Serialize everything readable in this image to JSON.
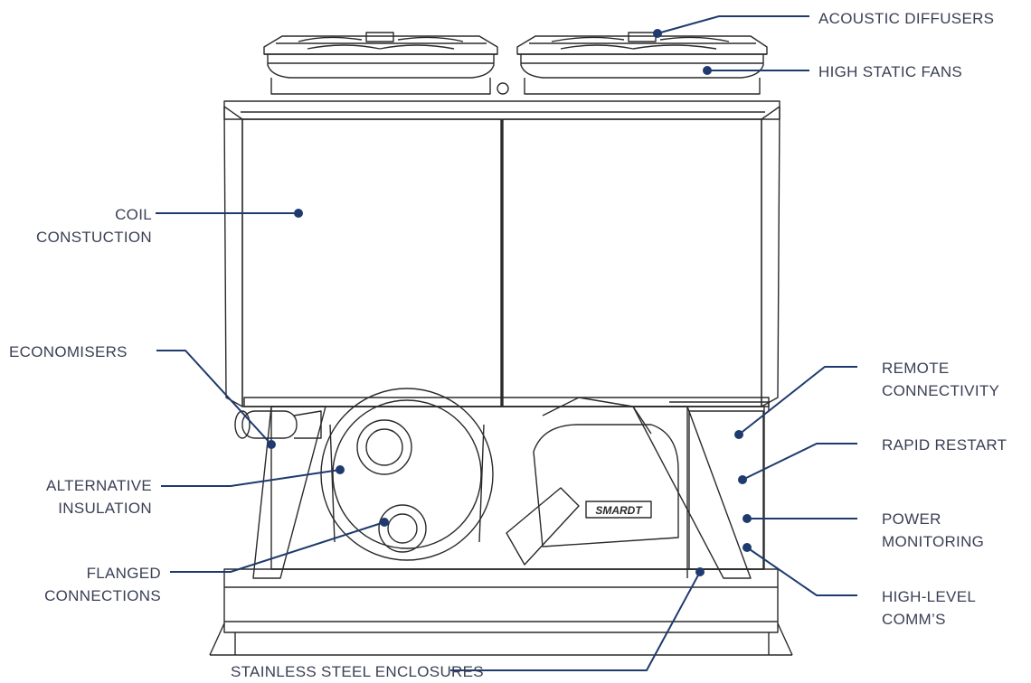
{
  "colors": {
    "leader": "#1e3a6e",
    "label_text": "#3a3f55",
    "line_art": "#2a2a2a"
  },
  "brand_plate": "SMARDT",
  "labels": {
    "acoustic_diffusers": "ACOUSTIC DIFFUSERS",
    "high_static_fans": "HIGH STATIC FANS",
    "coil_line1": "COIL",
    "coil_line2": "CONSTUCTION",
    "economisers": "ECONOMISERS",
    "alt_line1": "ALTERNATIVE",
    "alt_line2": "INSULATION",
    "flanged_line1": "FLANGED",
    "flanged_line2": "CONNECTIONS",
    "stainless": "STAINLESS STEEL  ENCLOSURES",
    "remote_line1": "REMOTE",
    "remote_line2": "CONNECTIVITY",
    "rapid_restart": "RAPID RESTART",
    "power_line1": "POWER",
    "power_line2": "MONITORING",
    "highlevel_line1": "HIGH-LEVEL",
    "highlevel_line2": "COMM’S"
  }
}
